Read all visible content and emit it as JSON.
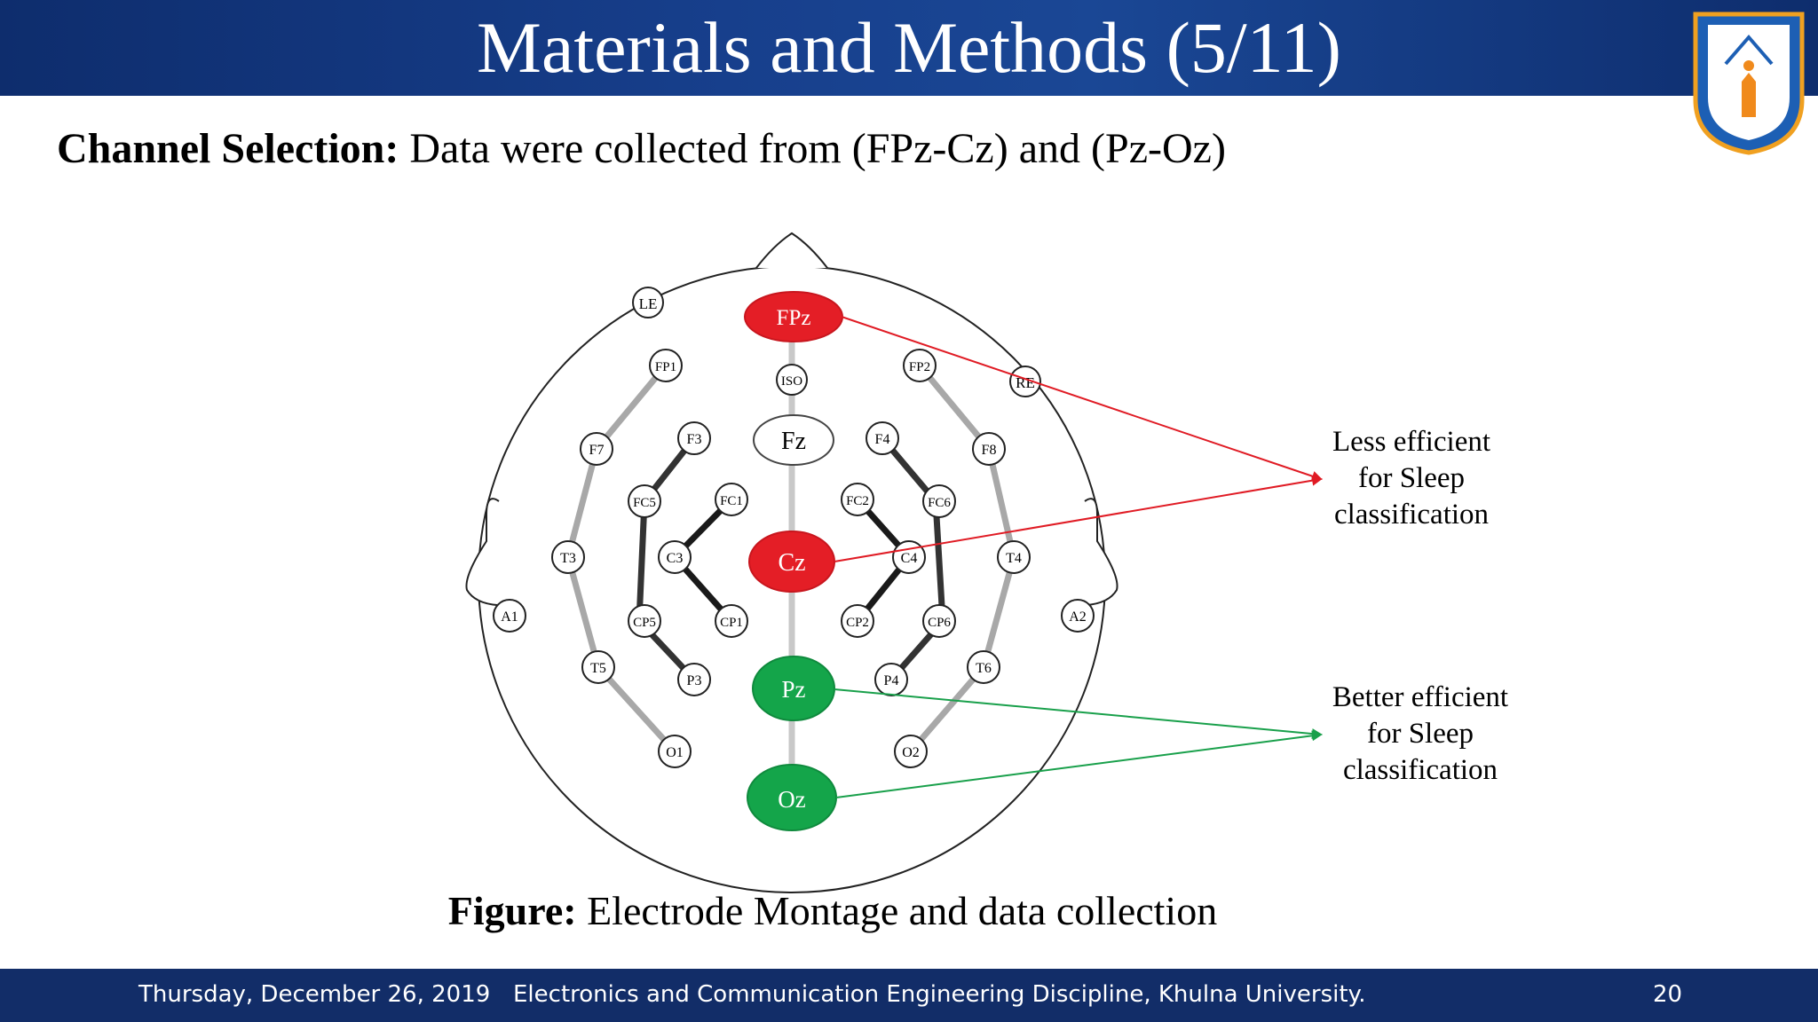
{
  "slide": {
    "title": "Materials and Methods (5/11)",
    "subtitle_bold": "Channel Selection:",
    "subtitle_text": " Data were collected from (FPz-Cz) and (Pz-Oz)",
    "caption_bold": "Figure:",
    "caption_text": " Electrode Montage and data collection"
  },
  "annotations": {
    "less": [
      "Less efficient",
      "for Sleep",
      "classification"
    ],
    "better": [
      "Better efficient",
      "for Sleep",
      "classification"
    ]
  },
  "electrodes": {
    "LE": "LE",
    "RE": "RE",
    "FP1": "FP1",
    "FP2": "FP2",
    "ISO": "ISO",
    "FPz": "FPz",
    "Fz": "Fz",
    "Cz": "Cz",
    "Pz": "Pz",
    "Oz": "Oz",
    "F7": "F7",
    "F3": "F3",
    "F4": "F4",
    "F8": "F8",
    "FC5": "FC5",
    "FC1": "FC1",
    "FC2": "FC2",
    "FC6": "FC6",
    "T3": "T3",
    "C3": "C3",
    "C4": "C4",
    "T4": "T4",
    "A1": "A1",
    "A2": "A2",
    "CP5": "CP5",
    "CP1": "CP1",
    "CP2": "CP2",
    "CP6": "CP6",
    "T5": "T5",
    "P3": "P3",
    "P4": "P4",
    "T6": "T6",
    "O1": "O1",
    "O2": "O2"
  },
  "colors": {
    "title_bar": "#16398a",
    "footer_bar": "#122d68",
    "selected_red": "#e41e26",
    "selected_green": "#14a54a",
    "arrow_red": "#e01b24",
    "arrow_green": "#19a04b"
  },
  "footer": {
    "date": "Thursday, December 26, 2019",
    "organization": "Electronics and Communication Engineering Discipline, Khulna University.",
    "page_number": "20"
  }
}
